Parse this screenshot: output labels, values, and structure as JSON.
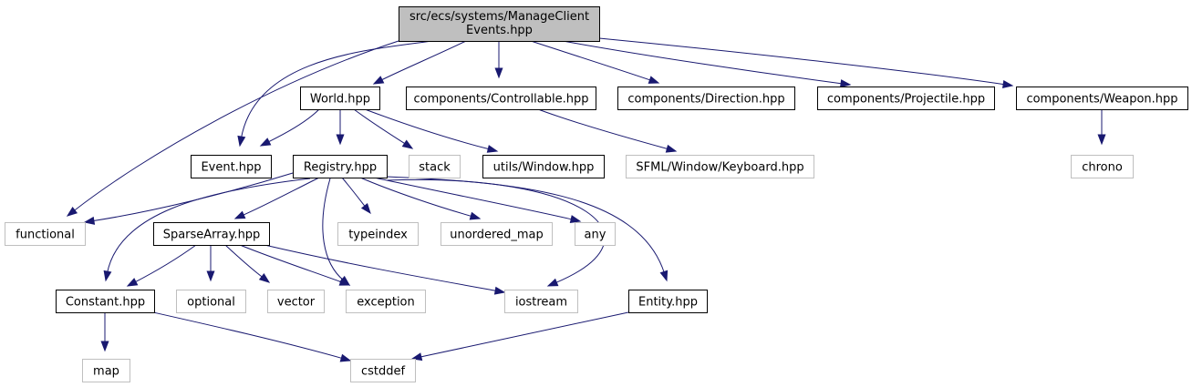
{
  "graph": {
    "colors": {
      "edge": "#191970",
      "focus_fill": "#bfbfbf",
      "focus_border": "#000000",
      "node_fill": "#ffffff",
      "internal_border": "#000000",
      "external_border": "#bfbfbf",
      "text": "#000000"
    },
    "nodes": [
      {
        "id": "manage_client_events",
        "label": "src/ecs/systems/ManageClient",
        "label2": "Events.hpp",
        "kind": "focus"
      },
      {
        "id": "world",
        "label": "World.hpp",
        "kind": "internal"
      },
      {
        "id": "controllable",
        "label": "components/Controllable.hpp",
        "kind": "internal"
      },
      {
        "id": "direction",
        "label": "components/Direction.hpp",
        "kind": "internal"
      },
      {
        "id": "projectile",
        "label": "components/Projectile.hpp",
        "kind": "internal"
      },
      {
        "id": "weapon",
        "label": "components/Weapon.hpp",
        "kind": "internal"
      },
      {
        "id": "event",
        "label": "Event.hpp",
        "kind": "internal"
      },
      {
        "id": "registry",
        "label": "Registry.hpp",
        "kind": "internal"
      },
      {
        "id": "stack",
        "label": "stack",
        "kind": "external"
      },
      {
        "id": "utils_window",
        "label": "utils/Window.hpp",
        "kind": "internal"
      },
      {
        "id": "sfml_keyboard",
        "label": "SFML/Window/Keyboard.hpp",
        "kind": "external"
      },
      {
        "id": "chrono",
        "label": "chrono",
        "kind": "external"
      },
      {
        "id": "functional",
        "label": "functional",
        "kind": "external"
      },
      {
        "id": "sparse_array",
        "label": "SparseArray.hpp",
        "kind": "internal"
      },
      {
        "id": "typeindex",
        "label": "typeindex",
        "kind": "external"
      },
      {
        "id": "unordered_map",
        "label": "unordered_map",
        "kind": "external"
      },
      {
        "id": "any",
        "label": "any",
        "kind": "external"
      },
      {
        "id": "constant",
        "label": "Constant.hpp",
        "kind": "internal"
      },
      {
        "id": "optional",
        "label": "optional",
        "kind": "external"
      },
      {
        "id": "vector",
        "label": "vector",
        "kind": "external"
      },
      {
        "id": "exception",
        "label": "exception",
        "kind": "external"
      },
      {
        "id": "iostream",
        "label": "iostream",
        "kind": "external"
      },
      {
        "id": "entity",
        "label": "Entity.hpp",
        "kind": "internal"
      },
      {
        "id": "map",
        "label": "map",
        "kind": "external"
      },
      {
        "id": "cstddef",
        "label": "cstddef",
        "kind": "external"
      }
    ],
    "edges": [
      {
        "from": "manage_client_events",
        "to": "world"
      },
      {
        "from": "manage_client_events",
        "to": "controllable"
      },
      {
        "from": "manage_client_events",
        "to": "direction"
      },
      {
        "from": "manage_client_events",
        "to": "projectile"
      },
      {
        "from": "manage_client_events",
        "to": "weapon"
      },
      {
        "from": "manage_client_events",
        "to": "event"
      },
      {
        "from": "manage_client_events",
        "to": "functional"
      },
      {
        "from": "world",
        "to": "event"
      },
      {
        "from": "world",
        "to": "registry"
      },
      {
        "from": "world",
        "to": "stack"
      },
      {
        "from": "world",
        "to": "utils_window"
      },
      {
        "from": "controllable",
        "to": "sfml_keyboard"
      },
      {
        "from": "weapon",
        "to": "chrono"
      },
      {
        "from": "registry",
        "to": "functional"
      },
      {
        "from": "registry",
        "to": "sparse_array"
      },
      {
        "from": "registry",
        "to": "typeindex"
      },
      {
        "from": "registry",
        "to": "unordered_map"
      },
      {
        "from": "registry",
        "to": "any"
      },
      {
        "from": "registry",
        "to": "constant"
      },
      {
        "from": "registry",
        "to": "exception"
      },
      {
        "from": "registry",
        "to": "iostream"
      },
      {
        "from": "registry",
        "to": "entity"
      },
      {
        "from": "sparse_array",
        "to": "constant"
      },
      {
        "from": "sparse_array",
        "to": "optional"
      },
      {
        "from": "sparse_array",
        "to": "vector"
      },
      {
        "from": "sparse_array",
        "to": "exception"
      },
      {
        "from": "sparse_array",
        "to": "iostream"
      },
      {
        "from": "constant",
        "to": "map"
      },
      {
        "from": "constant",
        "to": "cstddef"
      },
      {
        "from": "entity",
        "to": "cstddef"
      }
    ]
  }
}
